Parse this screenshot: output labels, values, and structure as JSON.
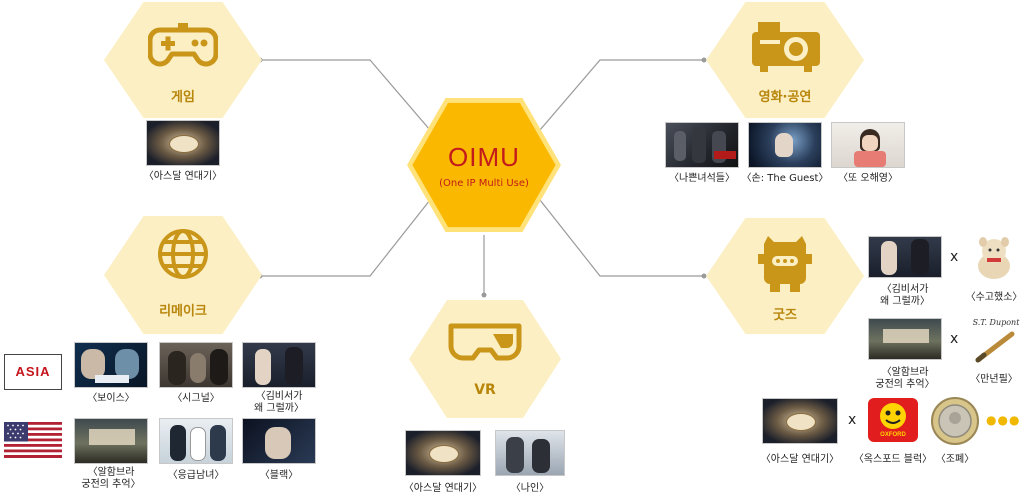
{
  "center": {
    "title": "OIMU",
    "subtitle": "(One IP Multi Use)"
  },
  "nodes": {
    "game": {
      "label": "게임",
      "icon": "gamepad-icon"
    },
    "remake": {
      "label": "리메이크",
      "icon": "globe-icon"
    },
    "vr": {
      "label": "VR",
      "icon": "vr-goggles-icon"
    },
    "movie": {
      "label": "영화·공연",
      "icon": "projector-icon"
    },
    "goods": {
      "label": "굿즈",
      "icon": "character-icon"
    }
  },
  "game": {
    "items": [
      "〈아스달 연대기〉"
    ]
  },
  "movie": {
    "items": [
      "〈나쁜녀석들〉",
      "〈손: The Guest〉",
      "〈또 오해영〉"
    ]
  },
  "vr": {
    "items": [
      "〈아스달 연대기〉",
      "〈나인〉"
    ]
  },
  "remake": {
    "row1": {
      "flag": "ASIA",
      "items": [
        "〈보이스〉",
        "〈시그널〉",
        "〈김비서가\n왜 그럴까〉"
      ]
    },
    "row2": {
      "flag": "USA",
      "items": [
        "〈알함브라\n궁전의 추억〉",
        "〈응급남녀〉",
        "〈블랙〉"
      ]
    }
  },
  "goods": {
    "pair1": [
      "〈김비서가\n왜 그럴까〉",
      "〈수고했소〉"
    ],
    "pair2": [
      "〈알함브라\n궁전의 추억〉",
      "〈만년필〉"
    ],
    "trio": [
      "〈아스달 연대기〉",
      "〈옥스포드 블럭〉",
      "〈조폐〉"
    ],
    "times": "x",
    "more": "●●●",
    "brand_text": "S.T. Dupont",
    "oxford_text": "OXFORD"
  },
  "colors": {
    "hex_light": "#fcefc4",
    "hex_center": "#fbb800",
    "icon_gold": "#c9961a",
    "label_gold": "#b8860b",
    "center_text": "#c21b1b",
    "line": "#8a8a8a"
  }
}
